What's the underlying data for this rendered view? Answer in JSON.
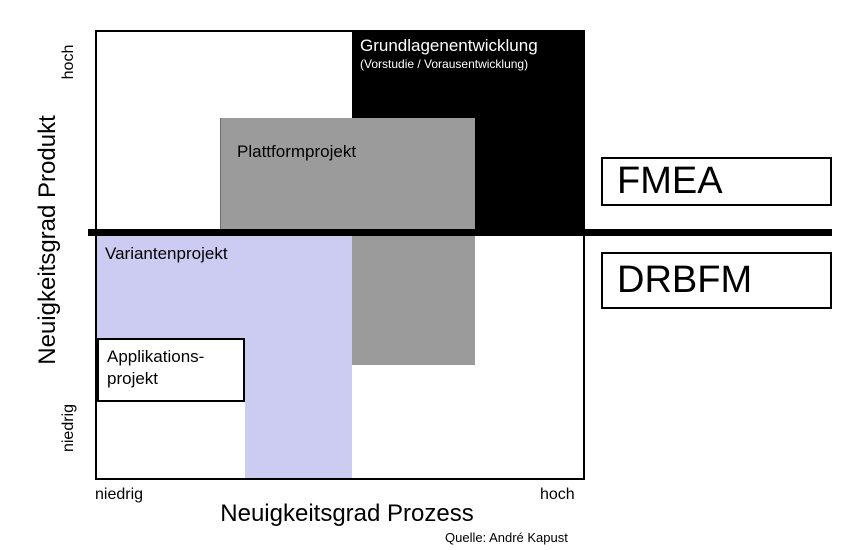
{
  "colors": {
    "grundlagenentwicklung_region": "#000000",
    "plattformprojekt_region": "#9b9b9b",
    "variantenprojekt_region": "#ccccf2",
    "background": "#ffffff",
    "border": "#000000"
  },
  "y_axis": {
    "label": "Neuigkeitsgrad Produkt",
    "top_tick": "hoch",
    "bottom_tick": "niedrig"
  },
  "x_axis": {
    "label": "Neuigkeitsgrad Prozess",
    "left_tick": "niedrig",
    "right_tick": "hoch"
  },
  "regions": {
    "grundlagenentwicklung": {
      "title": "Grundlagenentwicklung",
      "subtitle": "(Vorstudie / Vorausentwicklung)"
    },
    "plattformprojekt": {
      "label": "Plattformprojekt"
    },
    "variantenprojekt": {
      "label": "Variantenprojekt"
    },
    "applikationsprojekt": {
      "label_line1": "Applikations-",
      "label_line2": "projekt"
    }
  },
  "methods": {
    "fmea_label": "FMEA",
    "drbfm_label": "DRBFM"
  },
  "source": "Quelle:  André Kapust"
}
